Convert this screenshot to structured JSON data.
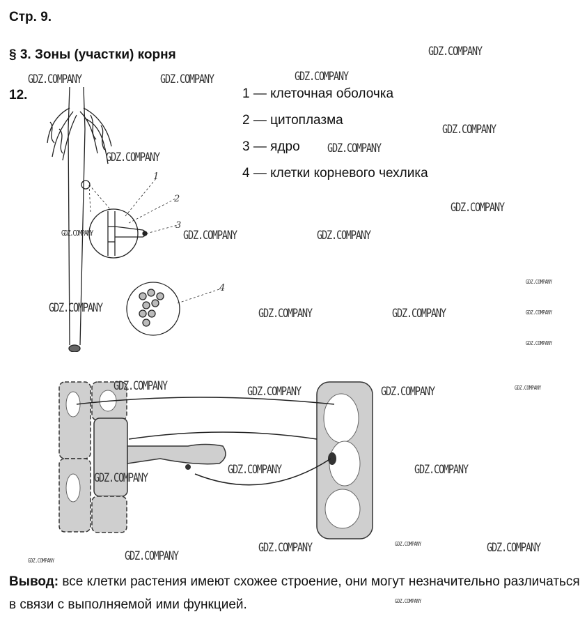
{
  "page_label": "Стр. 9.",
  "section_title": "§ 3. Зоны (участки) корня",
  "task_number": "12.",
  "legend": [
    "1 — клеточная оболочка",
    "2 — цитоплазма",
    "3 — ядро",
    "4 — клетки корневого чехлика"
  ],
  "figure_labels": [
    "1",
    "2",
    "3",
    "4"
  ],
  "conclusion": {
    "label": "Вывод:",
    "text": " все клетки растения имеют схожее строение, они могут незначительно различаться в связи с выполняемой ими функцией."
  },
  "watermark": "GDZ.COMPANY"
}
